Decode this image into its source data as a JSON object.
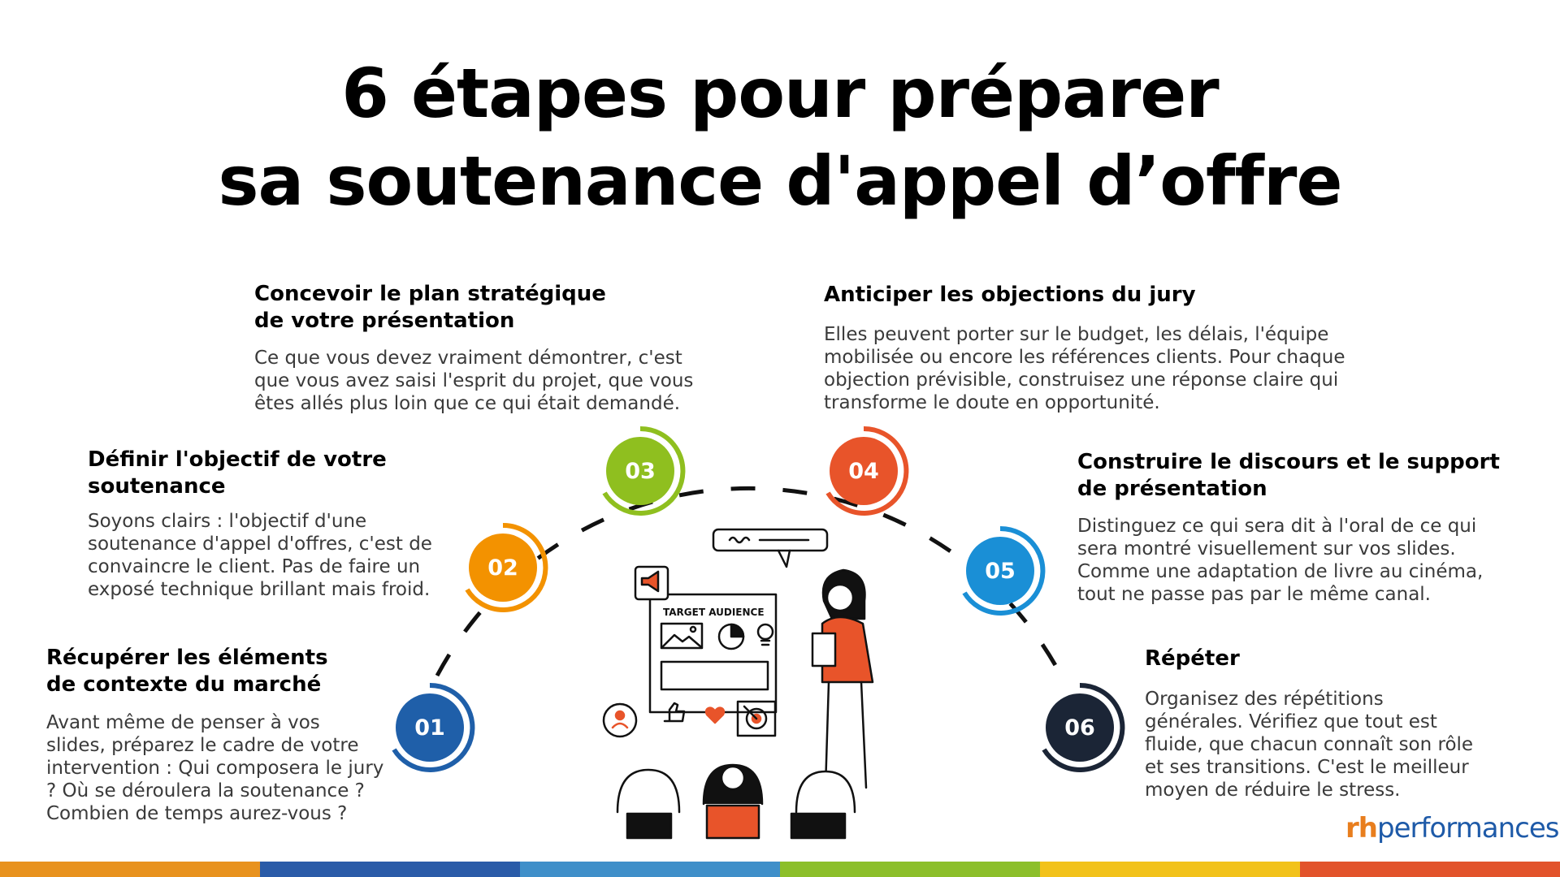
{
  "title": {
    "line1": "6 étapes pour préparer",
    "line2": "sa soutenance d'appel d’offre"
  },
  "steps": [
    {
      "number": "01",
      "color": "#1f5fa9",
      "title": [
        "Récupérer les éléments",
        "de contexte du marché"
      ],
      "description": [
        "Avant même de penser à vos",
        "slides, préparez le cadre de votre",
        "intervention : Qui composera le jury",
        "? Où se déroulera la soutenance ?",
        "Combien de temps aurez-vous ?"
      ]
    },
    {
      "number": "02",
      "color": "#f39200",
      "title": [
        "Définir l'objectif de votre",
        "soutenance"
      ],
      "description": [
        "Soyons clairs : l'objectif d'une",
        "soutenance d'appel d'offres, c'est de",
        "convaincre le client. Pas de faire un",
        "exposé technique brillant mais froid."
      ]
    },
    {
      "number": "03",
      "color": "#8fbf1f",
      "title": [
        "Concevoir le plan stratégique",
        "de votre présentation"
      ],
      "description": [
        "Ce que vous devez vraiment démontrer, c'est",
        "que vous avez saisi l'esprit du projet, que vous",
        "êtes allés plus loin que ce qui était demandé."
      ]
    },
    {
      "number": "04",
      "color": "#e8542a",
      "title": [
        "Anticiper les objections du jury"
      ],
      "description": [
        "Elles peuvent porter sur le budget, les délais, l'équipe",
        "mobilisée ou encore les références clients. Pour chaque",
        "objection prévisible, construisez une réponse claire qui",
        "transforme le doute en opportunité."
      ]
    },
    {
      "number": "05",
      "color": "#1a8fd6",
      "title": [
        "Construire le discours et le support",
        "de présentation"
      ],
      "description": [
        "Distinguez ce qui sera dit à l'oral de ce qui",
        "sera montré visuellement sur vos slides.",
        "Comme une adaptation de livre au cinéma,",
        "tout ne passe pas par le même canal."
      ]
    },
    {
      "number": "06",
      "color": "#1b2536",
      "title": [
        "Répéter"
      ],
      "description": [
        "Organisez des répétitions",
        "générales. Vérifiez que tout est",
        "fluide, que chacun connaît son rôle",
        "et ses transitions. C'est le meilleur",
        "moyen de réduire le stress."
      ]
    }
  ],
  "illustration": {
    "board_label": "TARGET AUDIENCE",
    "icons": [
      "megaphone-icon",
      "speech-bubble-icon",
      "image-icon",
      "pie-chart-icon",
      "lightbulb-icon",
      "thumbs-up-icon",
      "heart-icon",
      "target-icon",
      "user-icon"
    ]
  },
  "logo": {
    "prefix": "rh",
    "suffix": "performances"
  },
  "bottom_bar_colors": [
    "#e8921e",
    "#2a5ba8",
    "#3f8fc9",
    "#8cbf2a",
    "#f2c21b",
    "#e2532b"
  ]
}
